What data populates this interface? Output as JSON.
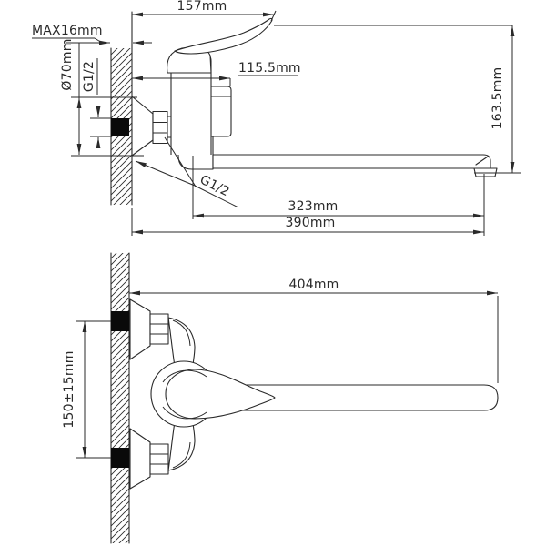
{
  "drawing": {
    "top_view": {
      "dim_handle_length": "157mm",
      "dim_wall_thickness_max": "MAX16mm",
      "dim_escutcheon_diameter": "Ø70mm",
      "dim_wall_thread": "G1/2",
      "dim_body_projection": "115.5mm",
      "dim_overall_height": "163.5mm",
      "dim_spout_thread": "G1/2",
      "dim_spout_reach": "323mm",
      "dim_overall_reach": "390mm"
    },
    "plan_view": {
      "dim_overall_projection": "404mm",
      "dim_inlet_centres": "150±15mm"
    },
    "colors": {
      "line": "#2a2a2a",
      "paper": "#ffffff",
      "pipe_fill": "#0a0a0a"
    }
  }
}
